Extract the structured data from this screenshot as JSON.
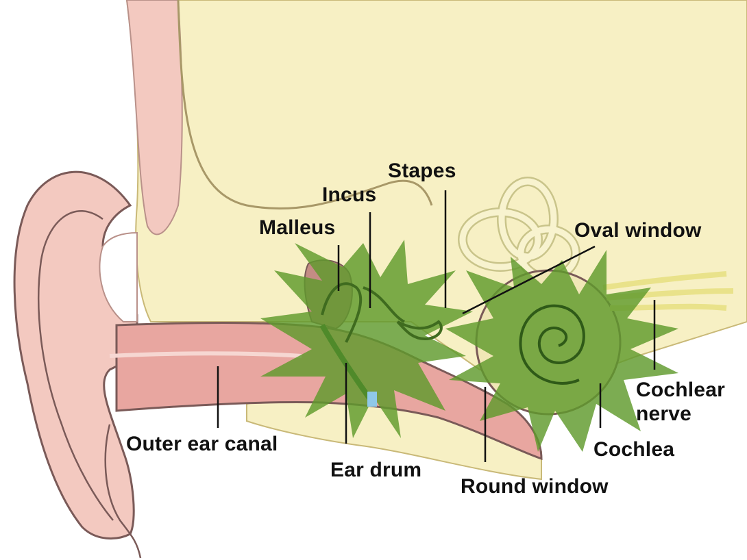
{
  "diagram": {
    "labels": {
      "stapes": "Stapes",
      "incus": "Incus",
      "malleus": "Malleus",
      "oval_window": "Oval window",
      "cochlear_nerve_line1": "Cochlear",
      "cochlear_nerve_line2": "nerve",
      "outer_ear_canal": "Outer ear canal",
      "ear_drum": "Ear drum",
      "cochlea": "Cochlea",
      "round_window": "Round window"
    }
  },
  "colors": {
    "skin": "#f3c9c0",
    "skin_outline": "#7a5a58",
    "bone": "#f7f0c4",
    "canal": "#e8a6a0",
    "starburst": "#5f9a2c",
    "leader_line": "#111111"
  }
}
